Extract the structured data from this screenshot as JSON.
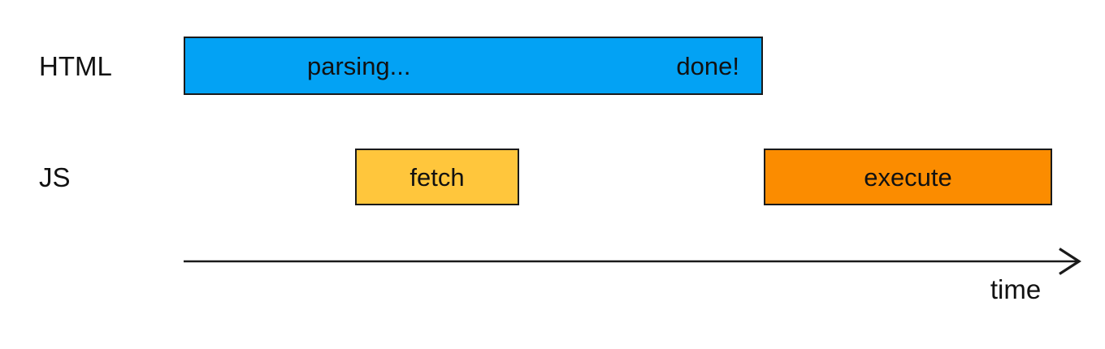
{
  "rows": {
    "html": {
      "label": "HTML",
      "bar": {
        "name": "parsing",
        "text_progress": "parsing...",
        "text_end": "done!"
      }
    },
    "js": {
      "label": "JS",
      "bars": {
        "fetch": {
          "label": "fetch"
        },
        "execute": {
          "label": "execute"
        }
      }
    }
  },
  "axis": {
    "label": "time"
  },
  "colors": {
    "parsing_bar": "#03A2F4",
    "fetch_bar": "#FFC63C",
    "execute_bar": "#FB8C00",
    "bar_border": "#1A1A1A",
    "text": "#111111",
    "axis_line": "#1A1A1A",
    "background": "#FFFFFF"
  }
}
